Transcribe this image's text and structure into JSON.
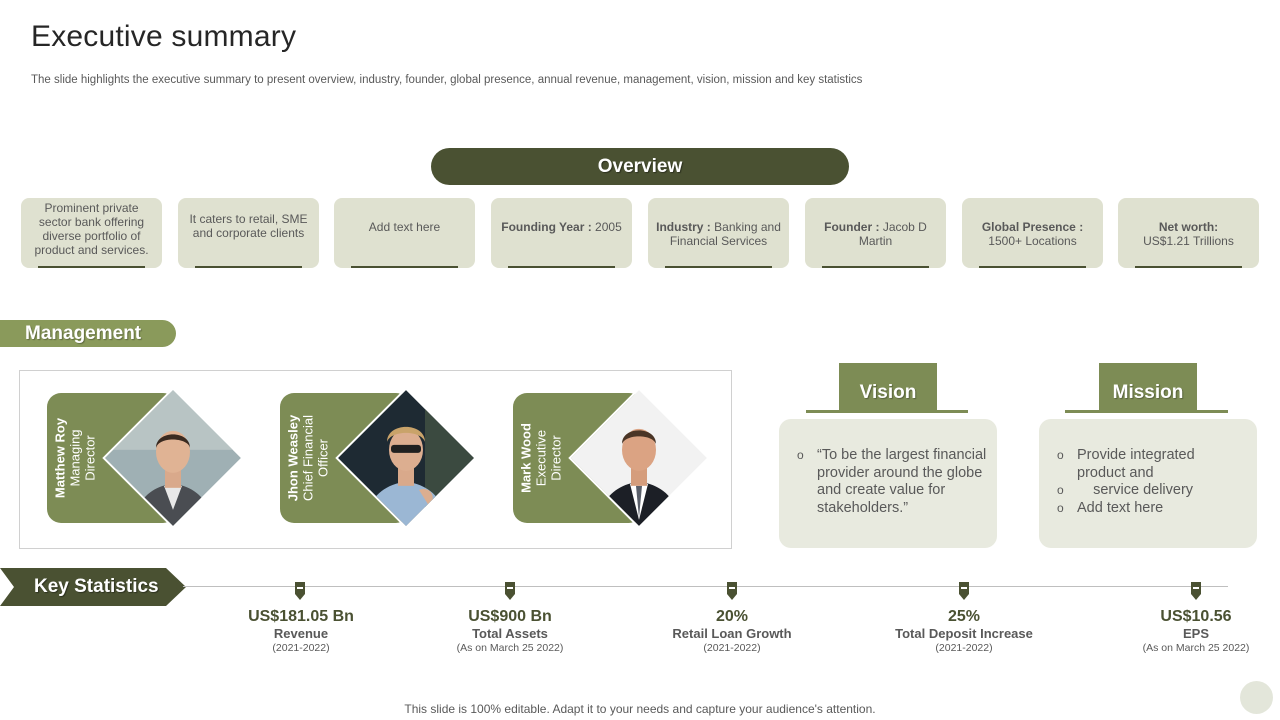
{
  "page": {
    "title": "Executive summary",
    "subtitle": "The slide highlights the executive summary to present overview, industry, founder, global presence, annual revenue, management, vision, mission and key statistics",
    "footer": "This slide is 100% editable. Adapt it to your needs and capture your audience's attention."
  },
  "overview": {
    "heading": "Overview",
    "cards": [
      {
        "label": "",
        "text": "Prominent private sector bank offering diverse portfolio of product and services."
      },
      {
        "label": "",
        "text": "It caters to retail, SME and corporate clients"
      },
      {
        "label": "",
        "text": "Add  text here"
      },
      {
        "label": "Founding Year :",
        "text": "2005"
      },
      {
        "label": "Industry :",
        "text": "Banking and Financial Services"
      },
      {
        "label": "Founder :",
        "text": "Jacob D Martin"
      },
      {
        "label": "Global Presence :",
        "text": "1500+ Locations"
      },
      {
        "label": "Net worth:",
        "text": "US$1.21 Trillions"
      }
    ]
  },
  "management": {
    "heading": "Management",
    "people": [
      {
        "name": "Matthew Roy",
        "role_line1": "Managing",
        "role_line2": "Director"
      },
      {
        "name": "Jhon Weasley",
        "role_line1": "Chief Financial",
        "role_line2": "Officer"
      },
      {
        "name": "Mark Wood",
        "role_line1": "Executive",
        "role_line2": "Director"
      }
    ]
  },
  "vision": {
    "heading": "Vision",
    "items": [
      "“To be the largest financial provider around the globe and create value for stakeholders.”"
    ]
  },
  "mission": {
    "heading": "Mission",
    "items": [
      "Provide integrated product and",
      "    service delivery",
      "Add text here"
    ]
  },
  "key_statistics": {
    "heading": "Key Statistics",
    "stats": [
      {
        "value": "US$181.05 Bn",
        "label": "Revenue",
        "sub": "(2021-2022)"
      },
      {
        "value": "US$900 Bn",
        "label": "Total Assets",
        "sub": "(As on March 25 2022)"
      },
      {
        "value": "20%",
        "label": "Retail Loan Growth",
        "sub": "(2021-2022)"
      },
      {
        "value": "25%",
        "label": "Total Deposit  Increase",
        "sub": "(2021-2022)"
      },
      {
        "value": "US$10.56",
        "label": "EPS",
        "sub": "(As on March 25 2022)"
      }
    ]
  },
  "colors": {
    "dark_olive": "#4a5132",
    "olive": "#7d8c55",
    "card_bg": "#dfe1d0",
    "vm_card_bg": "#e8eadf"
  }
}
